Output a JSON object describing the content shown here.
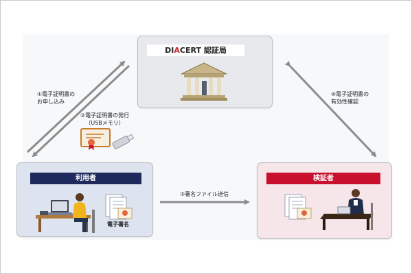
{
  "ca": {
    "title_pre": "DI",
    "title_accent": "A",
    "title_post": "CERT 認証局"
  },
  "user": {
    "title": "利用者",
    "signature_label": "電子署名"
  },
  "verifier": {
    "title": "検証者"
  },
  "steps": {
    "apply_line1": "①電子証明書の",
    "apply_line2": "お申し込み",
    "issue_line1": "②電子証明書の発行",
    "issue_line2": "（USBメモリ）",
    "send": "③署名ファイル送信",
    "verify_line1": "④電子証明書の",
    "verify_line2": "有効性確認"
  },
  "colors": {
    "user_header": "#1e2a5c",
    "verifier_header": "#c8102e",
    "accent_red": "#d32020",
    "arrow_gray": "#8c8c8c"
  }
}
